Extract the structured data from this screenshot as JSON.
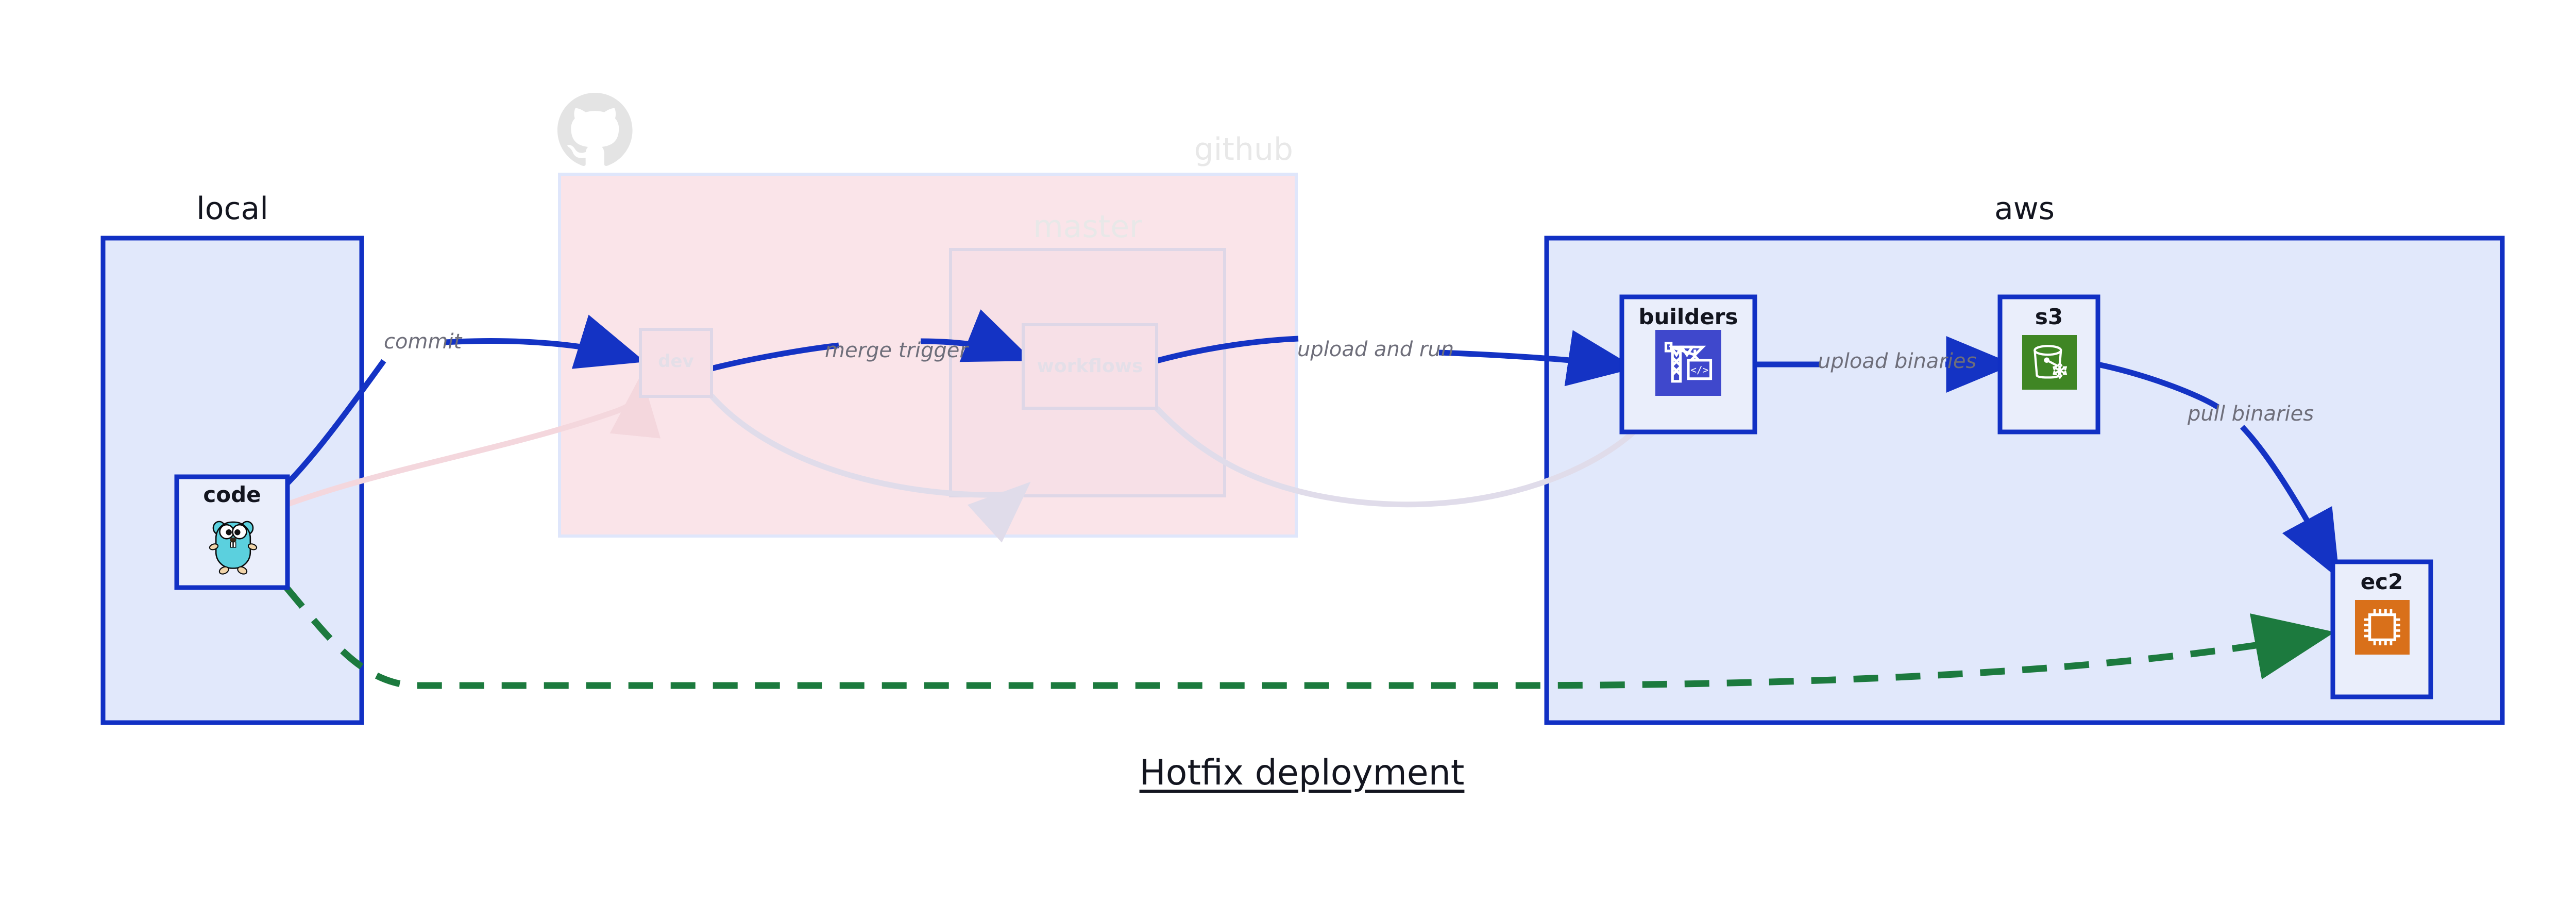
{
  "title": "Hotfix deployment",
  "colors": {
    "cluster_blue_fill": "#e1e8fb",
    "cluster_blue_stroke": "#1130c4",
    "cluster_pink_fill": "#fae4e9",
    "node_blue_fill": "#eaeefb",
    "node_blue_stroke": "#1130c4",
    "arrow_blue": "#1433c4",
    "arrow_green": "#1c7a3e",
    "label_gray": "#6e6e7a",
    "faded_gray": "#e8e8e8",
    "builders_icon_bg": "#3f48cc",
    "s3_icon_bg": "#3f8624",
    "ec2_icon_bg": "#d9701a",
    "gopher_body": "#5bd0de",
    "background": "#ffffff"
  },
  "clusters": [
    {
      "id": "local",
      "label": "local",
      "faded": false
    },
    {
      "id": "github",
      "label": "github",
      "faded": true
    },
    {
      "id": "master",
      "label": "master",
      "faded": true
    },
    {
      "id": "aws",
      "label": "aws",
      "faded": false
    }
  ],
  "nodes": [
    {
      "id": "code",
      "label": "code",
      "icon": "go-gopher-icon",
      "faded": false
    },
    {
      "id": "dev",
      "label": "dev",
      "icon": "none",
      "faded": true
    },
    {
      "id": "workflows",
      "label": "workflows",
      "icon": "none",
      "faded": true
    },
    {
      "id": "builders",
      "label": "builders",
      "icon": "aws-codebuild-icon",
      "faded": false
    },
    {
      "id": "s3",
      "label": "s3",
      "icon": "aws-s3-glacier-icon",
      "faded": false
    },
    {
      "id": "ec2",
      "label": "ec2",
      "icon": "aws-ec2-icon",
      "faded": false
    }
  ],
  "edges": [
    {
      "id": "commit",
      "label": "commit",
      "from": "code",
      "to": "dev",
      "style": "solid",
      "color": "#1433c4",
      "faded": false
    },
    {
      "id": "merge-trigger",
      "label": "merge trigger",
      "from": "dev",
      "to": "workflows",
      "style": "solid",
      "color": "#1433c4",
      "faded": false
    },
    {
      "id": "upload-and-run",
      "label": "upload and run",
      "from": "workflows",
      "to": "builders",
      "style": "solid",
      "color": "#1433c4",
      "faded": false
    },
    {
      "id": "upload-binaries",
      "label": "upload binaries",
      "from": "builders",
      "to": "s3",
      "style": "solid",
      "color": "#1433c4",
      "faded": false
    },
    {
      "id": "pull-binaries",
      "label": "pull binaries",
      "from": "s3",
      "to": "ec2",
      "style": "solid",
      "color": "#1433c4",
      "faded": false
    },
    {
      "id": "hotfix-direct",
      "label": "",
      "from": "code",
      "to": "ec2",
      "style": "dashed",
      "color": "#1c7a3e",
      "faded": false
    },
    {
      "id": "faded-code-dev",
      "label": "",
      "from": "code",
      "to": "dev",
      "style": "solid",
      "color": "#f4d7dd",
      "faded": true
    },
    {
      "id": "faded-dev-workflows",
      "label": "",
      "from": "dev",
      "to": "workflows",
      "style": "solid",
      "color": "#e0dcea",
      "faded": true
    },
    {
      "id": "faded-workflows-out",
      "label": "",
      "from": "workflows",
      "to": "builders",
      "style": "solid",
      "color": "#e0dcea",
      "faded": true
    }
  ]
}
